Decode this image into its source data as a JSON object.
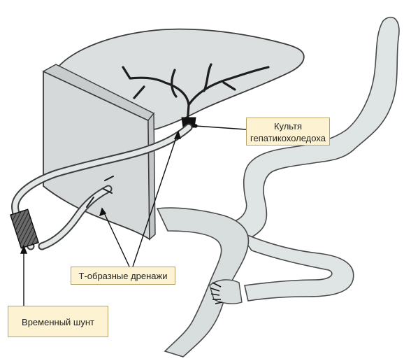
{
  "labels": {
    "stump_line1": "Культя",
    "stump_line2": "гепатикохоледоха",
    "t_drains": "Т-образные дренажи",
    "temporary_shunt": "Временный шунт"
  },
  "colors": {
    "organ_fill": "#dfe3e3",
    "organ_stroke": "#4a4a4a",
    "callout_fill": "#fdf2d2",
    "callout_border": "#b8a46a",
    "ink": "#1a1a1a"
  }
}
